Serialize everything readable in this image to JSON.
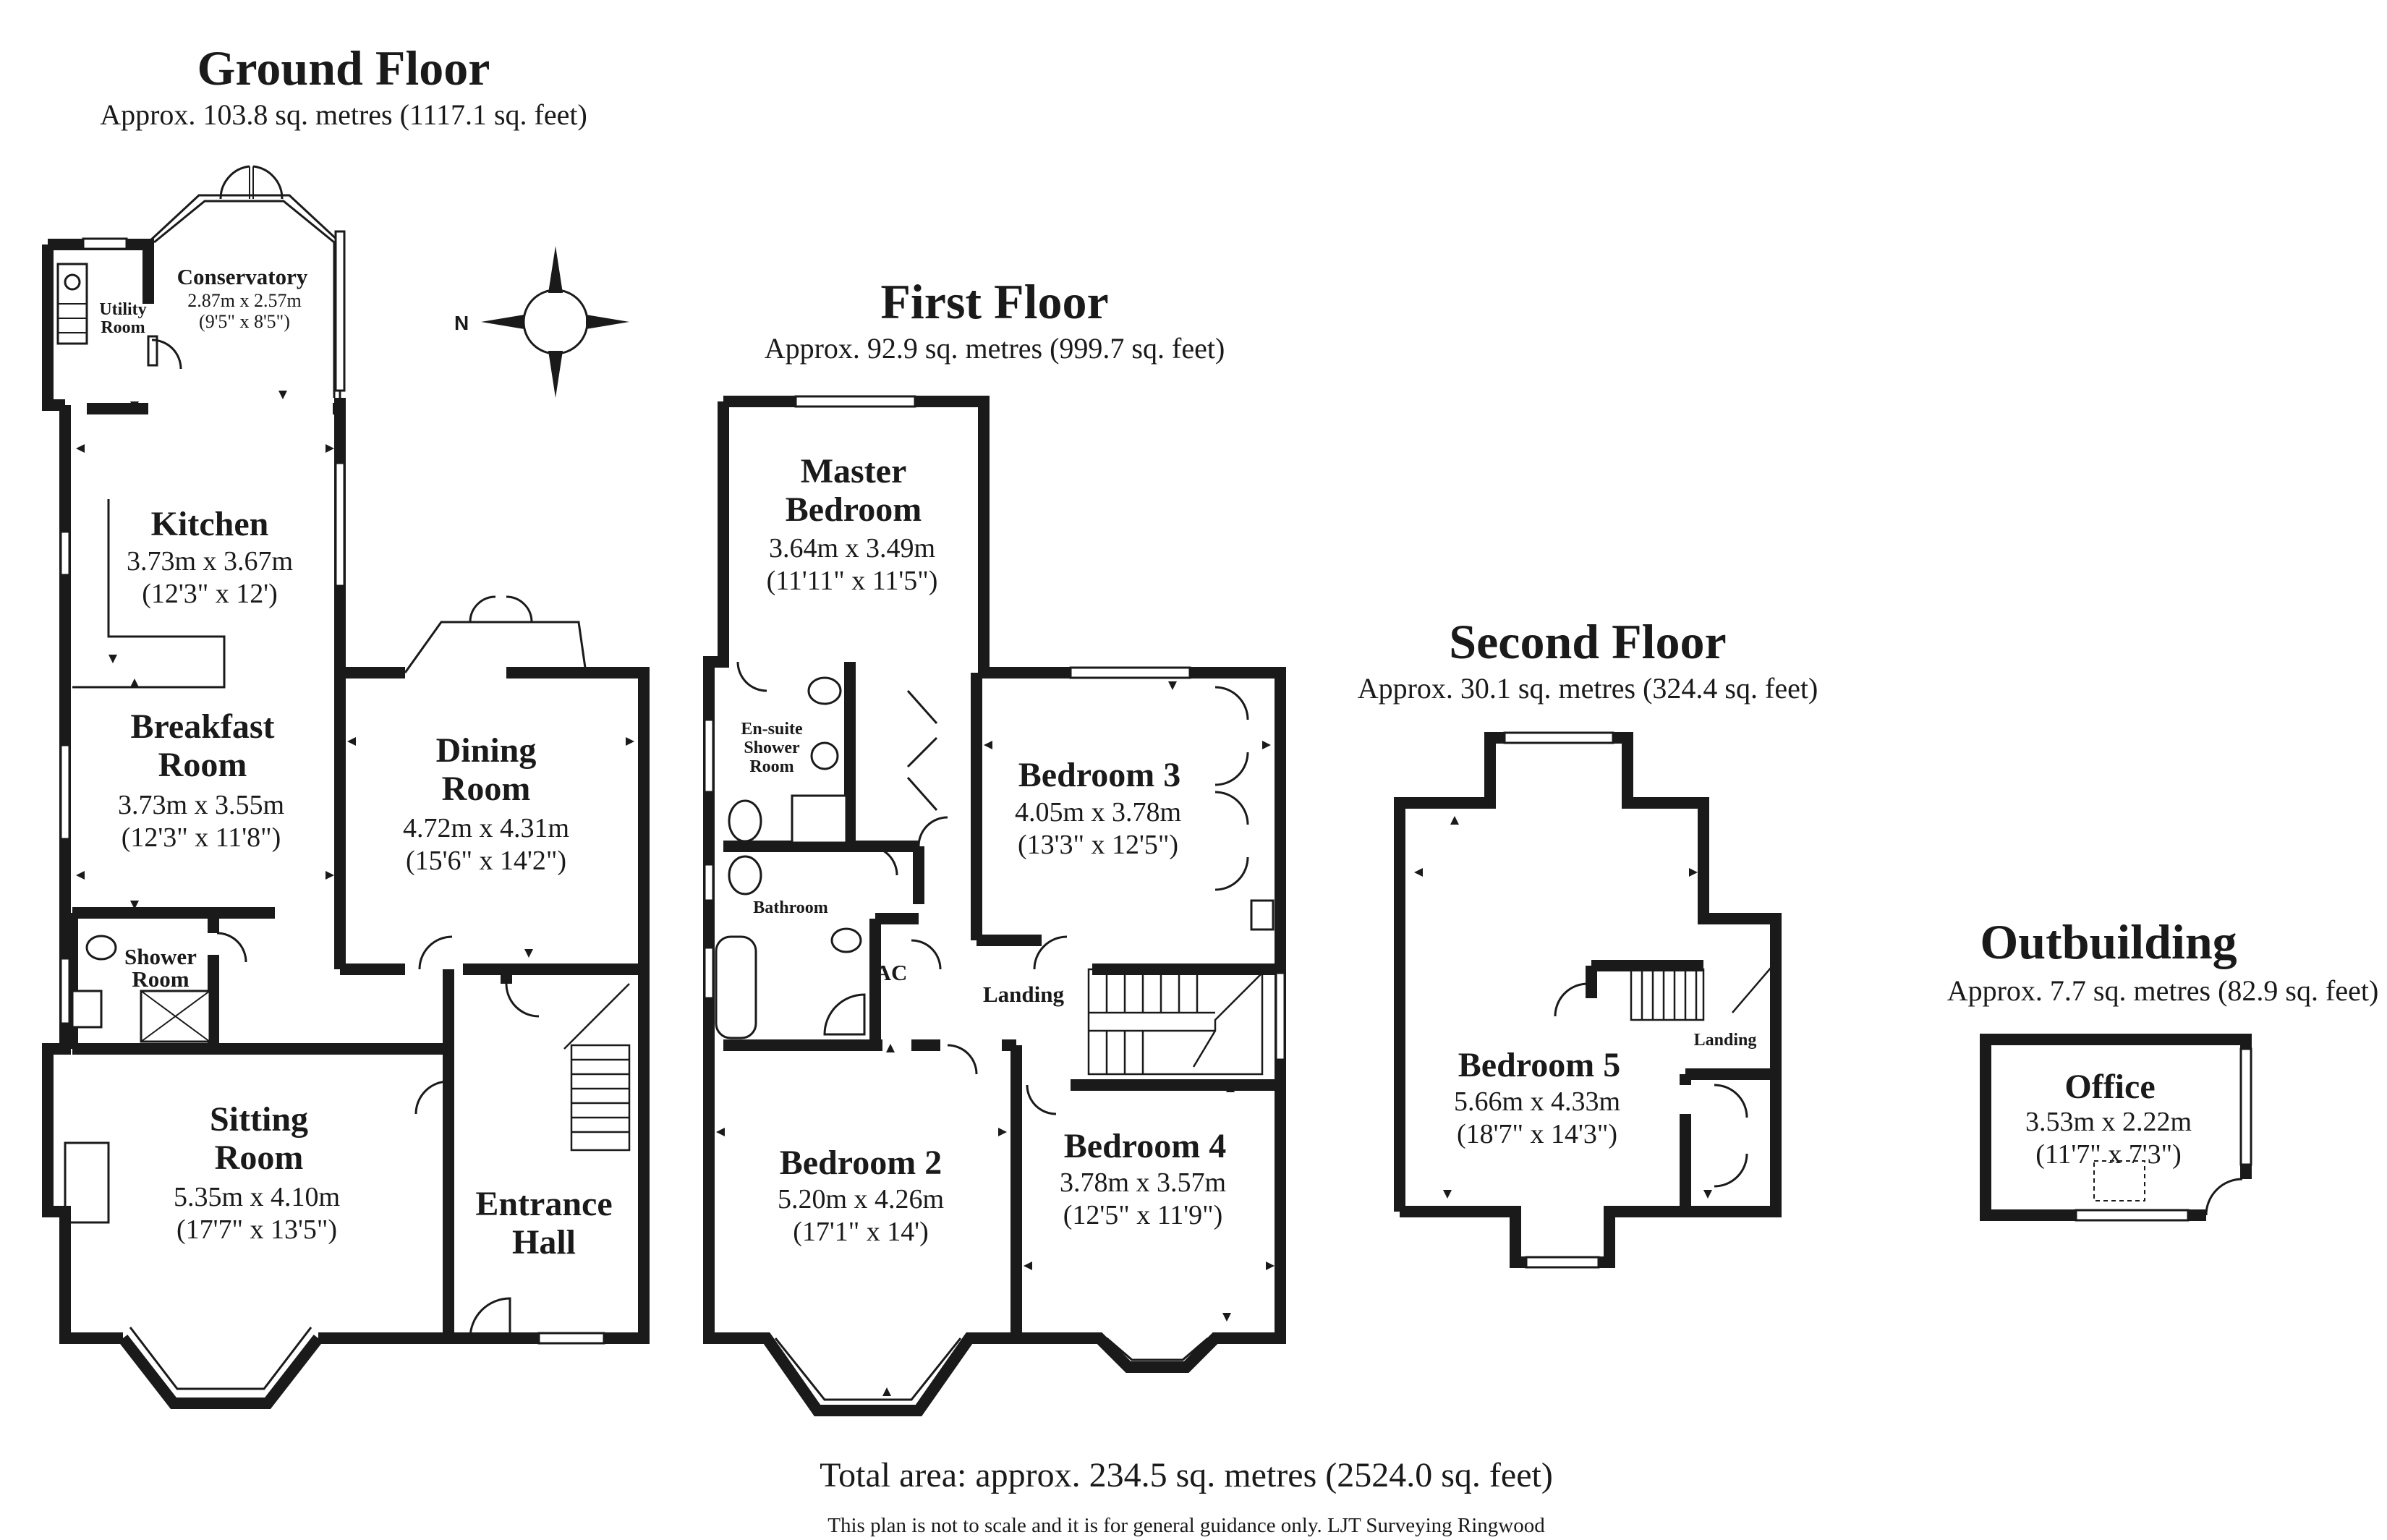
{
  "floors": {
    "ground": {
      "title": "Ground Floor",
      "area": "Approx. 103.8 sq. metres (1117.1 sq. feet)"
    },
    "first": {
      "title": "First Floor",
      "area": "Approx. 92.9 sq. metres (999.7 sq. feet)"
    },
    "second": {
      "title": "Second Floor",
      "area": "Approx. 30.1 sq. metres (324.4 sq. feet)"
    },
    "outbuilding": {
      "title": "Outbuilding",
      "area": "Approx. 7.7 sq. metres (82.9 sq. feet)"
    }
  },
  "rooms": {
    "conservatory": {
      "name": "Conservatory",
      "metric": "2.87m x 2.57m",
      "imperial": "(9'5\" x 8'5\")"
    },
    "utility": {
      "line1": "Utility",
      "line2": "Room"
    },
    "kitchen": {
      "name": "Kitchen",
      "metric": "3.73m x 3.67m",
      "imperial": "(12'3\" x 12')"
    },
    "breakfast": {
      "line1": "Breakfast",
      "line2": "Room",
      "metric": "3.73m x 3.55m",
      "imperial": "(12'3\" x 11'8\")"
    },
    "dining": {
      "line1": "Dining",
      "line2": "Room",
      "metric": "4.72m x 4.31m",
      "imperial": "(15'6\" x 14'2\")"
    },
    "shower": {
      "line1": "Shower",
      "line2": "Room"
    },
    "sitting": {
      "line1": "Sitting",
      "line2": "Room",
      "metric": "5.35m x 4.10m",
      "imperial": "(17'7\" x 13'5\")"
    },
    "entrance": {
      "line1": "Entrance",
      "line2": "Hall"
    },
    "master": {
      "line1": "Master",
      "line2": "Bedroom",
      "metric": "3.64m x 3.49m",
      "imperial": "(11'11\" x 11'5\")"
    },
    "ensuite": {
      "line1": "En-suite",
      "line2": "Shower",
      "line3": "Room"
    },
    "bedroom3": {
      "name": "Bedroom 3",
      "metric": "4.05m x 3.78m",
      "imperial": "(13'3\" x 12'5\")"
    },
    "bathroom": {
      "name": "Bathroom"
    },
    "ac": {
      "name": "AC"
    },
    "landing1": {
      "name": "Landing"
    },
    "bedroom2": {
      "name": "Bedroom 2",
      "metric": "5.20m x 4.26m",
      "imperial": "(17'1\" x 14')"
    },
    "bedroom4": {
      "name": "Bedroom 4",
      "metric": "3.78m x 3.57m",
      "imperial": "(12'5\" x 11'9\")"
    },
    "bedroom5": {
      "name": "Bedroom 5",
      "metric": "5.66m x 4.33m",
      "imperial": "(18'7\" x 14'3\")"
    },
    "landing2": {
      "name": "Landing"
    },
    "office": {
      "name": "Office",
      "metric": "3.53m x 2.22m",
      "imperial": "(11'7\" x 7'3\")"
    }
  },
  "compass": {
    "label": "N",
    "icon": "compass-rose-icon"
  },
  "footer": {
    "total": "Total area: approx. 234.5 sq. metres (2524.0 sq. feet)",
    "disclaimer": "This plan is not to scale and it is for general guidance only. LJT Surveying Ringwood"
  }
}
